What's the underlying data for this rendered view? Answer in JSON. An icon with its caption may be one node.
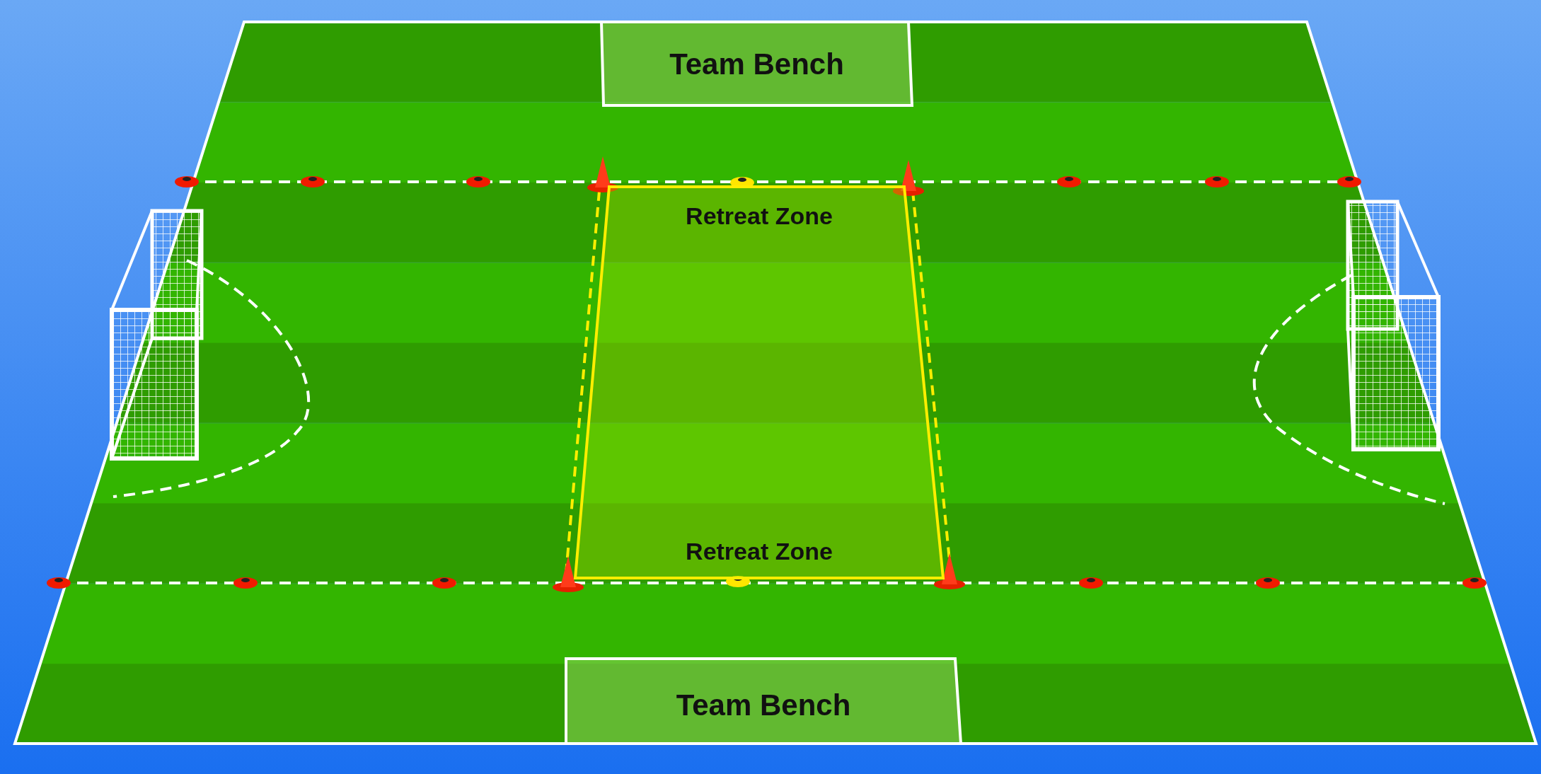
{
  "diagram": {
    "nodes": [
      {
        "text": [
          "Team Bench"
        ]
      },
      {
        "text": [
          "Retreat Zone",
          "Retreat Zone"
        ]
      },
      {
        "text": [
          "Team Bench"
        ]
      }
    ]
  }
}
